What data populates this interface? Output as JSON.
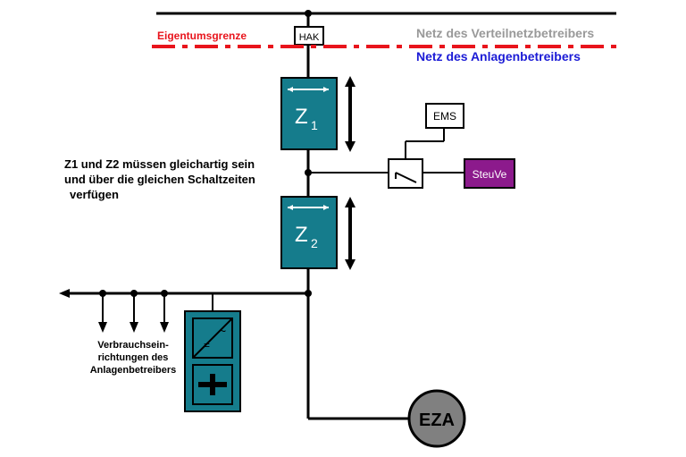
{
  "labels": {
    "ownership_boundary": "Eigentumsgrenze",
    "grid_operator_net": "Netz des Verteilnetzbetreibers",
    "plant_operator_net": "Netz des Anlagenbetreibers",
    "hak": "HAK",
    "meter1": "Z",
    "meter1_sub": "1",
    "meter2": "Z",
    "meter2_sub": "2",
    "ems": "EMS",
    "control_device": "SteuVe",
    "note_line1": "Z1 und Z2 müssen gleichartig sein",
    "note_line2": "und über die gleichen Schaltzeiten",
    "note_line3": "verfügen",
    "consumers_line1": "Verbrauchsein-",
    "consumers_line2": "richtungen des",
    "consumers_line3": "Anlagenbetreibers",
    "eza": "EZA",
    "inverter_symbol": "=",
    "inverter_symbol_ac": "~"
  },
  "colors": {
    "boundary_red": "#e8141c",
    "grid_operator_text": "#999999",
    "plant_operator_text": "#1b1bd6",
    "meter_teal": "#157c8c",
    "control_purple": "#8c1a8c",
    "eza_grey": "#808080",
    "line_black": "#000000"
  },
  "icons": {
    "double_arrow": "double-arrow-icon",
    "switch": "switch-icon",
    "battery": "battery-icon",
    "inverter": "inverter-icon"
  }
}
